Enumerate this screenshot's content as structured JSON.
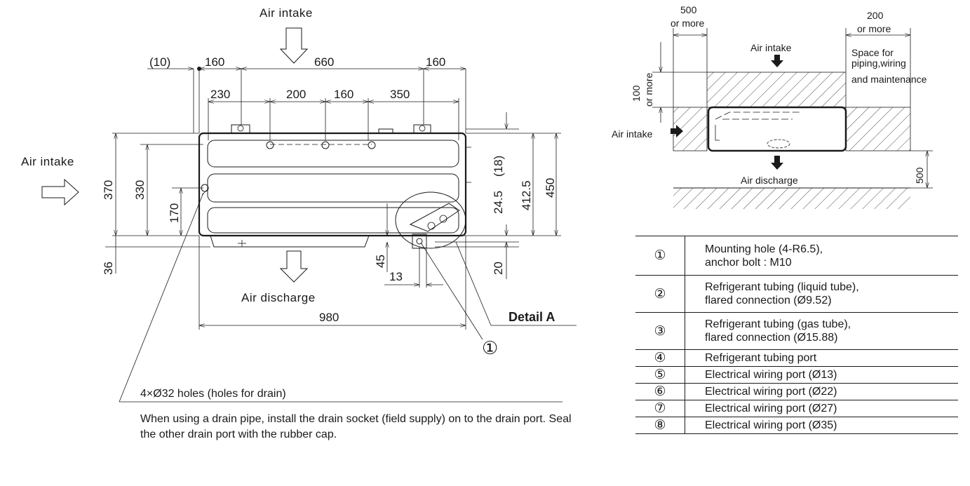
{
  "main_view": {
    "air_intake_top": "Air intake",
    "air_intake_left": "Air intake",
    "air_discharge": "Air discharge",
    "dim_10": "(10)",
    "dim_160_left": "160",
    "dim_660": "660",
    "dim_160_right": "160",
    "dim_230": "230",
    "dim_200": "200",
    "dim_160_mid": "160",
    "dim_350": "350",
    "dim_370": "370",
    "dim_330": "330",
    "dim_170": "170",
    "dim_36": "36",
    "dim_18": "(18)",
    "dim_24_5": "24.5",
    "dim_412_5": "412.5",
    "dim_450": "450",
    "dim_45": "45",
    "dim_13": "13",
    "dim_20": "20",
    "dim_980": "980",
    "detail_label": "Detail A",
    "callout_1": "①",
    "holes_label": "4×Ø32  holes (holes for drain)",
    "note": "When using a drain pipe, install the drain socket (field supply) on to the drain port. Seal the other drain port with the rubber cap."
  },
  "clearance_view": {
    "dim_500_left_a": "500",
    "dim_500_left_b": "or more",
    "dim_200_a": "200",
    "dim_200_b": "or more",
    "air_intake_top": "Air intake",
    "air_intake_left": "Air intake",
    "space_line1": "Space for",
    "space_line2": "piping,wiring",
    "space_line3": "and maintenance",
    "dim_100_a": "100",
    "dim_100_b": "or more",
    "air_discharge": "Air discharge",
    "dim_500_right": "500"
  },
  "legend": [
    {
      "num": "①",
      "text": "Mounting hole (4-R6.5),\nanchor bolt : M10"
    },
    {
      "num": "②",
      "text": "Refrigerant tubing (liquid tube),\nflared connection  (Ø9.52)"
    },
    {
      "num": "③",
      "text": "Refrigerant tubing (gas tube),\nflared connection  (Ø15.88)"
    },
    {
      "num": "④",
      "text": "Refrigerant tubing port"
    },
    {
      "num": "⑤",
      "text": "Electrical wiring port (Ø13)"
    },
    {
      "num": "⑥",
      "text": "Electrical wiring port (Ø22)"
    },
    {
      "num": "⑦",
      "text": "Electrical wiring port (Ø27)"
    },
    {
      "num": "⑧",
      "text": "Electrical wiring port (Ø35)"
    }
  ]
}
